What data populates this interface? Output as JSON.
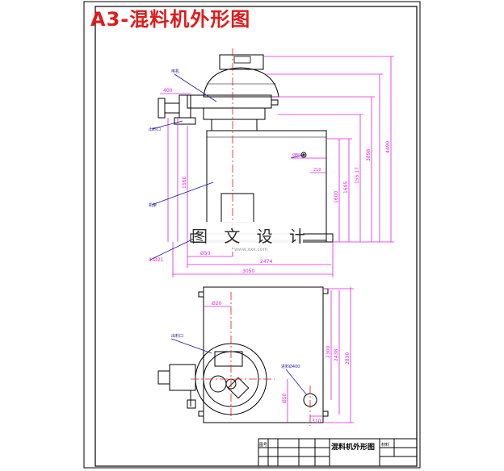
{
  "sheet": {
    "title": "A3-混料机外形图"
  },
  "title_block": {
    "drawing_name": "混料机外形图",
    "small_labels": [
      "图号",
      "材料"
    ]
  },
  "watermark": {
    "text": "图 文 设 计",
    "url": "www.xxx.com"
  },
  "front_view": {
    "horizontal_dims": [
      "400",
      "Ø50",
      "2474",
      "3050"
    ],
    "vertical_dims": [
      "1560",
      "1600",
      "1695",
      "155.17",
      "3898",
      "4490"
    ],
    "small_dims": [
      "210",
      "Ø80"
    ],
    "callouts": [
      "电机",
      "出料口",
      "机架",
      "4-Ø21"
    ]
  },
  "top_view": {
    "dims": [
      "Ø20",
      "2300",
      "2438",
      "2830",
      "Ø50",
      "310"
    ],
    "callouts": [
      "出料口",
      "进料Ø400"
    ]
  },
  "colors": {
    "outline": "#000000",
    "dimension": "#e020e0",
    "centerline": "#e01b1b",
    "leader": "#1a1a9a",
    "title": "#e01b1b"
  }
}
